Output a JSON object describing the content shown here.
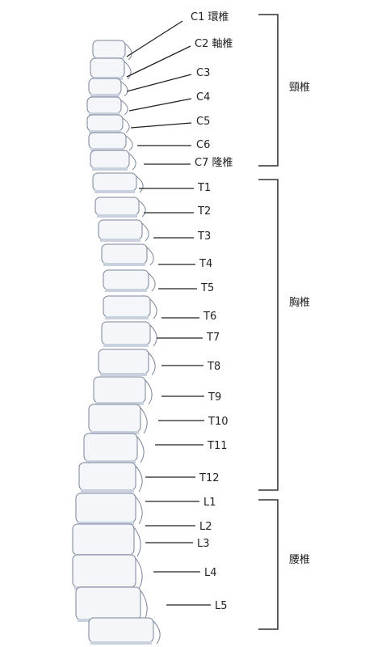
{
  "diagram": {
    "vertebrae": [
      {
        "id": "c1",
        "label": "C1 環椎"
      },
      {
        "id": "c2",
        "label": "C2 軸椎"
      },
      {
        "id": "c3",
        "label": "C3"
      },
      {
        "id": "c4",
        "label": "C4"
      },
      {
        "id": "c5",
        "label": "C5"
      },
      {
        "id": "c6",
        "label": "C6"
      },
      {
        "id": "c7",
        "label": "C7 隆椎"
      },
      {
        "id": "t1",
        "label": "T1"
      },
      {
        "id": "t2",
        "label": "T2"
      },
      {
        "id": "t3",
        "label": "T3"
      },
      {
        "id": "t4",
        "label": "T4"
      },
      {
        "id": "t5",
        "label": "T5"
      },
      {
        "id": "t6",
        "label": "T6"
      },
      {
        "id": "t7",
        "label": "T7"
      },
      {
        "id": "t8",
        "label": "T8"
      },
      {
        "id": "t9",
        "label": "T9"
      },
      {
        "id": "t10",
        "label": "T10"
      },
      {
        "id": "t11",
        "label": "T11"
      },
      {
        "id": "t12",
        "label": "T12"
      },
      {
        "id": "l1",
        "label": "L1"
      },
      {
        "id": "l2",
        "label": "L2"
      },
      {
        "id": "l3",
        "label": "L3"
      },
      {
        "id": "l4",
        "label": "L4"
      },
      {
        "id": "l5",
        "label": "L5"
      }
    ],
    "groups": [
      {
        "id": "cervical",
        "label": "頸椎"
      },
      {
        "id": "thoracic",
        "label": "胸椎"
      },
      {
        "id": "lumbar",
        "label": "腰椎"
      }
    ]
  }
}
